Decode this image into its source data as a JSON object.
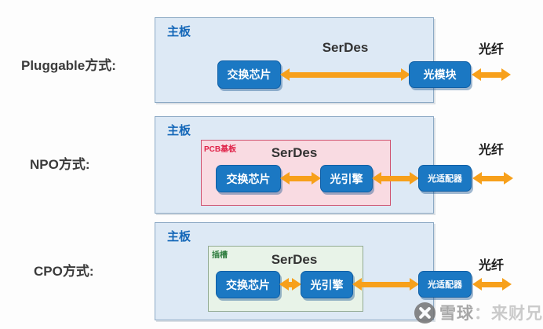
{
  "rows": [
    {
      "label": "Pluggable方式:",
      "board_label": "主板",
      "serdes_label": "SerDes",
      "chip_label": "交换芯片",
      "module_label": "光模块",
      "fiber_label": "光纤"
    },
    {
      "label": "NPO方式:",
      "board_label": "主板",
      "substrate_label": "PCB基板",
      "serdes_label": "SerDes",
      "chip_label": "交换芯片",
      "engine_label": "光引擎",
      "adapter_label": "光适配器",
      "fiber_label": "光纤"
    },
    {
      "label": "CPO方式:",
      "board_label": "主板",
      "slot_label": "插槽",
      "serdes_label": "SerDes",
      "chip_label": "交换芯片",
      "engine_label": "光引擎",
      "adapter_label": "光适配器",
      "fiber_label": "光纤"
    }
  ],
  "watermark": {
    "brand": "雪球",
    "separator": "：",
    "author": "来财兄"
  },
  "colors": {
    "node_blue": "#1b78c3",
    "arrow_orange": "#f7a01b",
    "board_fill": "#dde9f5",
    "board_border": "#8ca9c4",
    "board_label_blue": "#1467b8",
    "substrate_fill": "#f9dbe2",
    "substrate_border": "#d0516e",
    "substrate_label_red": "#e0244a",
    "slot_fill": "#e8f3e8",
    "slot_border": "#93ab93",
    "slot_label_green": "#2f7d3f"
  }
}
